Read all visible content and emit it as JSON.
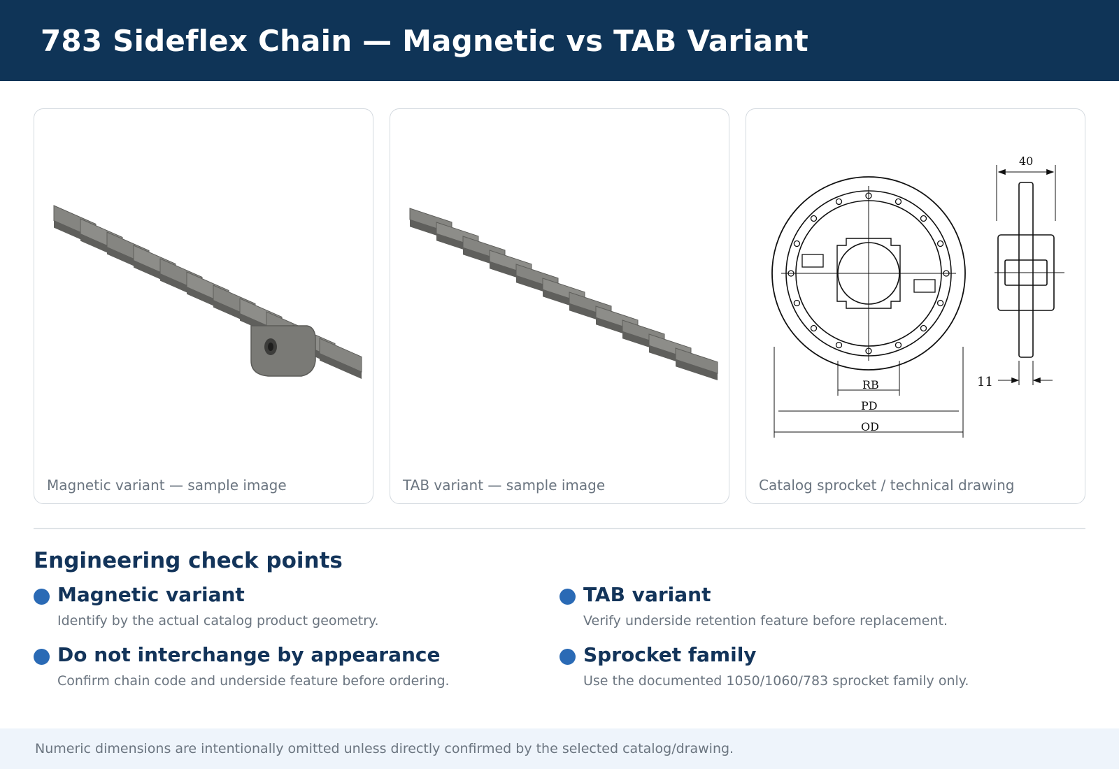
{
  "header": {
    "title": "783 Sideflex Chain — Magnetic vs TAB Variant"
  },
  "cards": [
    {
      "caption": "Magnetic variant — sample image"
    },
    {
      "caption": "TAB variant — sample image"
    },
    {
      "caption": "Catalog sprocket / technical drawing"
    }
  ],
  "drawing": {
    "dim_top": "40",
    "dim_side": "11",
    "label_rb": "RB",
    "label_pd": "PD",
    "label_od": "OD"
  },
  "checks": {
    "title": "Engineering check points",
    "items": [
      {
        "title": "Magnetic variant",
        "desc": "Identify by the actual catalog product geometry."
      },
      {
        "title": "TAB variant",
        "desc": "Verify underside retention feature before replacement."
      },
      {
        "title": "Do not interchange by appearance",
        "desc": "Confirm chain code and underside feature before ordering."
      },
      {
        "title": "Sprocket family",
        "desc": "Use the documented 1050/1060/783 sprocket family only."
      }
    ]
  },
  "footer": {
    "note": "Numeric dimensions are intentionally omitted unless directly confirmed by the selected catalog/drawing."
  },
  "colors": {
    "header_bg": "#0f3457",
    "accent": "#2a6ab5",
    "footer_bg": "#eef4fb"
  }
}
